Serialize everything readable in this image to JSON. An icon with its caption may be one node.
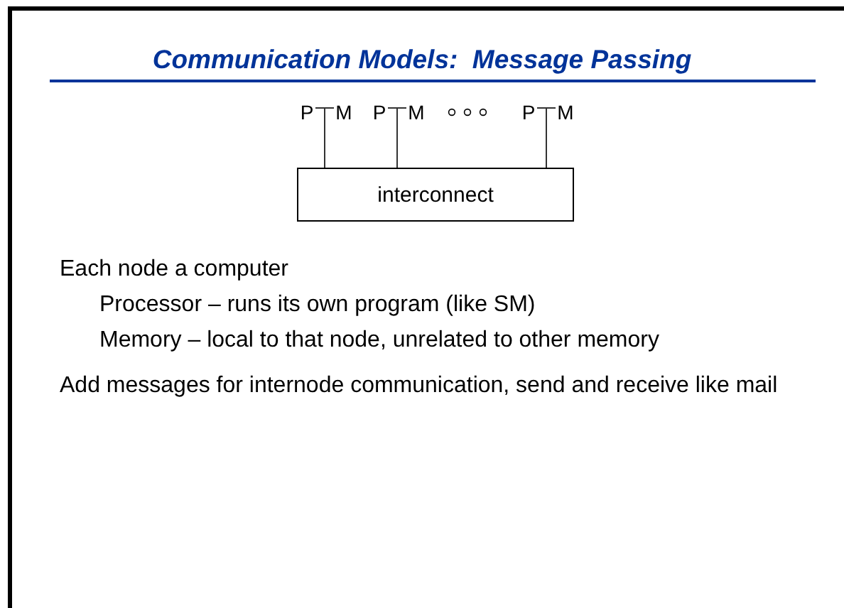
{
  "diagram": {
    "title": "Communication Models:  Message Passing",
    "nodes": [
      {
        "text": [
          "P"
        ]
      },
      {
        "text": [
          "M"
        ]
      },
      {
        "text": [
          "P"
        ]
      },
      {
        "text": [
          "M"
        ]
      },
      {
        "text": [
          "P"
        ]
      },
      {
        "text": [
          "M"
        ]
      },
      {
        "text": [
          "interconnect"
        ]
      }
    ],
    "edges": [
      {
        "from": 0,
        "to": 1,
        "arrow": "none"
      },
      {
        "from": 0,
        "to": 6,
        "arrow": "none"
      },
      {
        "from": 1,
        "to": 6,
        "arrow": "none"
      },
      {
        "from": 2,
        "to": 3,
        "arrow": "none"
      },
      {
        "from": 2,
        "to": 6,
        "arrow": "none"
      },
      {
        "from": 3,
        "to": 6,
        "arrow": "none"
      },
      {
        "from": 4,
        "to": 5,
        "arrow": "none"
      },
      {
        "from": 4,
        "to": 6,
        "arrow": "none"
      },
      {
        "from": 5,
        "to": 6,
        "arrow": "none"
      }
    ],
    "labels": [
      "Each node a computer",
      "Processor – runs its own program (like SM)",
      "Memory – local to that node, unrelated to other memory",
      "Add messages for internode communication, send and receive like mail"
    ]
  }
}
